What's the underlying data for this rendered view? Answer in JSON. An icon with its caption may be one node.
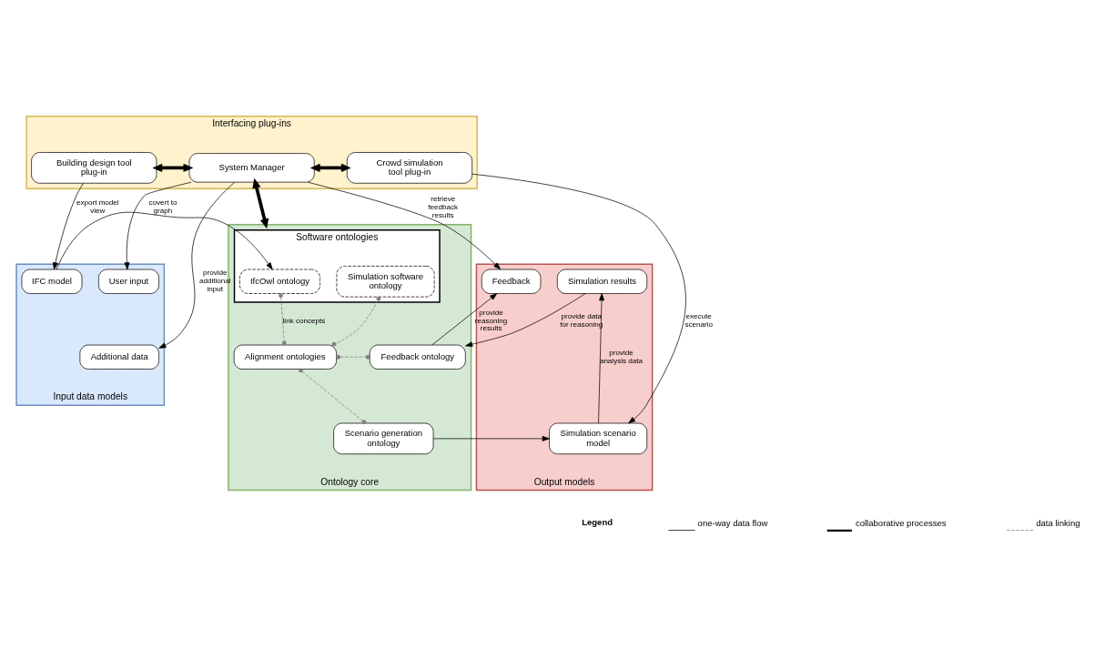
{
  "diagram": {
    "nodes": [
      {
        "text": [
          "Interfacing plug-ins"
        ]
      },
      {
        "text": [
          "Building design tool plug-in"
        ],
        "in": 0
      },
      {
        "text": [
          "System Manager"
        ],
        "in": 0
      },
      {
        "text": [
          "Crowd simulation tool plug-in"
        ],
        "in": 0
      },
      {
        "text": [
          "Input data models"
        ]
      },
      {
        "text": [
          "IFC model"
        ],
        "in": 4
      },
      {
        "text": [
          "User input"
        ],
        "in": 4
      },
      {
        "text": [
          "Additional data"
        ],
        "in": 4
      },
      {
        "text": [
          "Ontology core"
        ]
      },
      {
        "text": [
          "Software ontologies"
        ],
        "in": 8
      },
      {
        "text": [
          "IfcOwl ontology"
        ],
        "in": 9
      },
      {
        "text": [
          "Simulation software ontology"
        ],
        "in": 9
      },
      {
        "text": [
          "Alignment ontologies"
        ],
        "in": 8
      },
      {
        "text": [
          "Feedback ontology"
        ],
        "in": 8
      },
      {
        "text": [
          "Scenario generation ontology"
        ],
        "in": 8
      },
      {
        "text": [
          "Output models"
        ]
      },
      {
        "text": [
          "Feedback"
        ],
        "in": 15
      },
      {
        "text": [
          "Simulation results"
        ],
        "in": 15
      },
      {
        "text": [
          "Simulation scenario model"
        ],
        "in": 15
      }
    ],
    "edges": [
      {
        "from": 1,
        "to": 2,
        "arrow": "both",
        "style": "thick"
      },
      {
        "from": 2,
        "to": 3,
        "arrow": "both",
        "style": "thick"
      },
      {
        "from": 2,
        "to": 8,
        "arrow": "both",
        "style": "thick"
      },
      {
        "from": 1,
        "to": 5,
        "arrow": "to",
        "label": "export model view"
      },
      {
        "from": 2,
        "to": 6,
        "arrow": "to"
      },
      {
        "from": 2,
        "to": 7,
        "arrow": "to",
        "label": "provide additional input"
      },
      {
        "from": 5,
        "to": 10,
        "arrow": "to",
        "label": "covert to graph"
      },
      {
        "from": 2,
        "to": 16,
        "arrow": "to",
        "label": "retrieve feedback results"
      },
      {
        "from": 13,
        "to": 16,
        "arrow": "to",
        "label": "provide reasoning results"
      },
      {
        "from": 17,
        "to": 13,
        "arrow": "to",
        "label": "provide data for reasoning"
      },
      {
        "from": 18,
        "to": 17,
        "arrow": "to",
        "label": "provide analysis data"
      },
      {
        "from": 14,
        "to": 18,
        "arrow": "to"
      },
      {
        "from": 3,
        "to": 18,
        "arrow": "to",
        "label": "execute scenario"
      },
      {
        "from": 10,
        "to": 12,
        "arrow": "other",
        "style": "dashed",
        "color": "#808080",
        "label": "link concepts"
      },
      {
        "from": 11,
        "to": 12,
        "arrow": "other",
        "style": "dashed",
        "color": "#808080"
      },
      {
        "from": 12,
        "to": 13,
        "arrow": "other",
        "style": "dashed",
        "color": "#808080"
      },
      {
        "from": 12,
        "to": 14,
        "arrow": "other",
        "style": "dashed",
        "color": "#808080"
      }
    ],
    "labels": [
      "Legend"
    ],
    "legend": [
      {
        "text": "one-way data flow"
      },
      {
        "text": "collaborative processes"
      },
      {
        "text": "data linking"
      }
    ]
  }
}
